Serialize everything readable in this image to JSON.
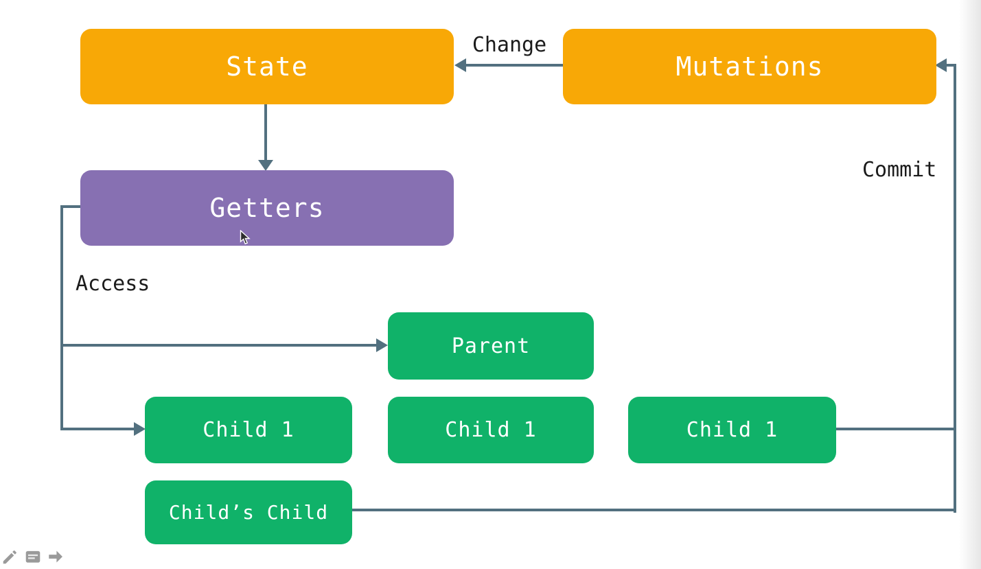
{
  "diagram": {
    "nodes": {
      "state": "State",
      "mutations": "Mutations",
      "getters": "Getters",
      "parent": "Parent",
      "child1_left": "Child 1",
      "child1_middle": "Child 1",
      "child1_right": "Child 1",
      "childs_child": "Child’s Child"
    },
    "labels": {
      "change": "Change",
      "commit": "Commit",
      "access": "Access"
    },
    "colors": {
      "node_orange": "#F8A806",
      "node_purple": "#8770B2",
      "node_green": "#10B269",
      "connector": "#52707F",
      "node_text": "#FFFFFF",
      "label_text": "#1B1B1B",
      "toolbar_icon": "#9A9A9A"
    }
  },
  "toolbar": {
    "icons": [
      {
        "name": "pencil-icon"
      },
      {
        "name": "notes-icon"
      },
      {
        "name": "next-arrow-icon"
      }
    ]
  }
}
